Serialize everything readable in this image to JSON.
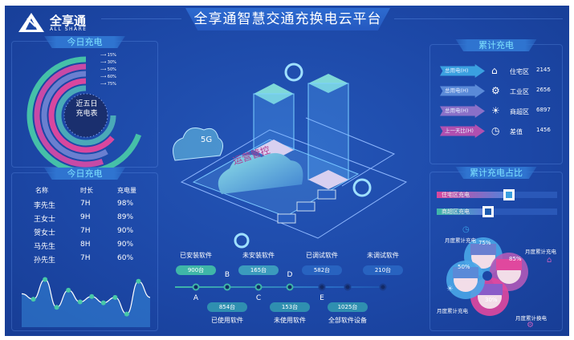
{
  "header": {
    "title": "全享通智慧交通充换电云平台",
    "logo_name": "全享通",
    "logo_sub": "ALL SHARE"
  },
  "left_top": {
    "title": "今日充电",
    "center_label_1": "近五日",
    "center_label_2": "充电表",
    "rings": [
      {
        "label": "15%",
        "value": 15,
        "color": "#4aa9b8"
      },
      {
        "label": "30%",
        "value": 30,
        "color": "#d9479e"
      },
      {
        "label": "50%",
        "value": 50,
        "color": "#6a7fd0"
      },
      {
        "label": "60%",
        "value": 60,
        "color": "#c74aa6"
      },
      {
        "label": "75%",
        "value": 75,
        "color": "#45c0a8"
      }
    ]
  },
  "left_bottom": {
    "title": "今日充电",
    "columns": [
      "名称",
      "时长",
      "充电量"
    ],
    "rows": [
      [
        "李先生",
        "7H",
        "98%"
      ],
      [
        "王女士",
        "9H",
        "89%"
      ],
      [
        "贺女士",
        "7H",
        "90%"
      ],
      [
        "马先生",
        "8H",
        "90%"
      ],
      [
        "孙先生",
        "7H",
        "60%"
      ]
    ]
  },
  "chart_data": {
    "type": "area",
    "values": [
      60,
      48,
      92,
      30,
      68,
      42,
      54,
      40,
      52,
      15,
      88,
      52
    ],
    "grid": false
  },
  "center": {
    "badge_5g": "5G",
    "cloud_label": "运营管控",
    "timeline": {
      "top": [
        {
          "label": "已安装软件",
          "value": "900台"
        },
        {
          "label": "未安装软件",
          "value": "165台"
        },
        {
          "label": "已调试软件",
          "value": "582台"
        },
        {
          "label": "未调试软件",
          "value": "210台"
        }
      ],
      "bottom": [
        {
          "label": "已使用软件",
          "value": "854台"
        },
        {
          "label": "未使用软件",
          "value": "153台"
        },
        {
          "label": "全部软件设备",
          "value": "1025台"
        }
      ],
      "letters": [
        "A",
        "B",
        "C",
        "D",
        "E"
      ]
    }
  },
  "right_top": {
    "title": "累计充电",
    "rows": [
      {
        "arrow": "总用电(H)",
        "icon": "house-icon",
        "label": "住宅区",
        "value": "2145",
        "color": "#3aa0e0"
      },
      {
        "arrow": "总用电(H)",
        "icon": "gear-icon",
        "label": "工业区",
        "value": "2656",
        "color": "#5a8ad8"
      },
      {
        "arrow": "总用电(H)",
        "icon": "bulb-icon",
        "label": "商超区",
        "value": "6897",
        "color": "#8a70c8"
      },
      {
        "arrow": "上一天比(H)",
        "icon": "clock-icon",
        "label": "差值",
        "value": "1456",
        "color": "#b050b0"
      }
    ]
  },
  "right_bottom": {
    "title": "累计充电占比",
    "bars": [
      {
        "label": "住宅区充电",
        "percent": 55,
        "color": "#d9479e"
      },
      {
        "label": "商超区充电",
        "percent": 38,
        "color": "#3fb6a8"
      }
    ],
    "petals": [
      {
        "value": "75%",
        "label": "月度累计充电",
        "icon": "clock-icon"
      },
      {
        "value": "85%",
        "label": "月度累计充电",
        "icon": "house-icon"
      },
      {
        "value": "30%",
        "label": "月度累计换电",
        "icon": "gear-icon"
      },
      {
        "value": "50%",
        "label": "月度累计充电",
        "icon": "bulb-icon"
      }
    ]
  }
}
